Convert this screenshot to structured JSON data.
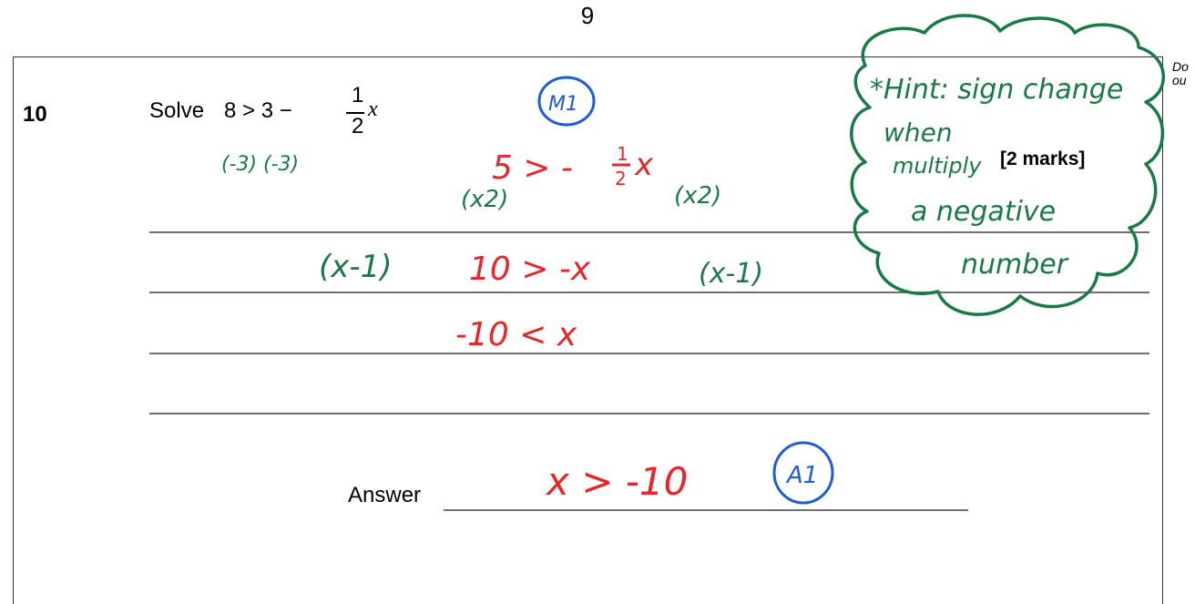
{
  "page": {
    "number": "9",
    "margin_note_line1": "Do",
    "margin_note_line2": "ou"
  },
  "question": {
    "number": "10",
    "instruction": "Solve",
    "inequality_left": "8 > 3 −",
    "frac_num": "1",
    "frac_den": "2",
    "variable": "x",
    "marks": "[2 marks]",
    "answer_label": "Answer"
  },
  "annotations": {
    "green_step1_a": "(-3)",
    "green_step1_b": "(-3)",
    "mark_m1": "M1",
    "red_line1_lhs": "5 > -",
    "red_line1_frac_num": "1",
    "red_line1_frac_den": "2",
    "red_line1_var": "x",
    "green_step2_a": "(x2)",
    "green_step2_b": "(x2)",
    "green_step3_a": "(x-1)",
    "red_line2": "10 > -x",
    "green_step3_b": "(x-1)",
    "red_line3": "-10 < x",
    "red_answer": "x > -10",
    "mark_a1": "A1",
    "hint_line1": "*Hint: sign change",
    "hint_line2": "when",
    "hint_line3": "multiply",
    "hint_line4": "a negative",
    "hint_line5": "number"
  },
  "colors": {
    "green": "#1a7a45",
    "red": "#e8262a",
    "blue": "#1f5cd6",
    "rule": "#6f6f6f"
  }
}
